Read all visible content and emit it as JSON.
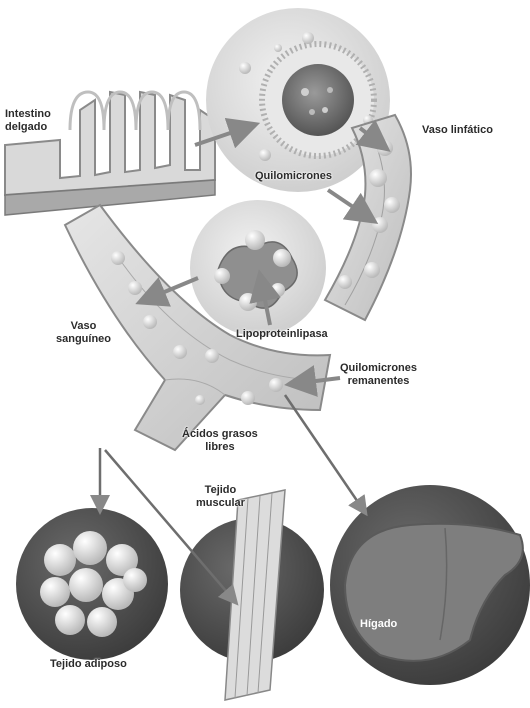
{
  "labels": {
    "intestino": "Intestino\ndelgado",
    "vaso_linfatico": "Vaso linfático",
    "quilomicrones": "Quilomicrones",
    "lipoproteinlipasa": "Lipoproteinlipasa",
    "vaso_sanguineo": "Vaso\nsanguíneo",
    "quilomicrones_remanentes": "Quilomicrones\nremanentes",
    "acidos_grasos": "Ácidos grasos\nlibres",
    "tejido_muscular": "Tejido\nmuscular",
    "tejido_adiposo": "Tejido adiposo",
    "higado": "Hígado"
  }
}
